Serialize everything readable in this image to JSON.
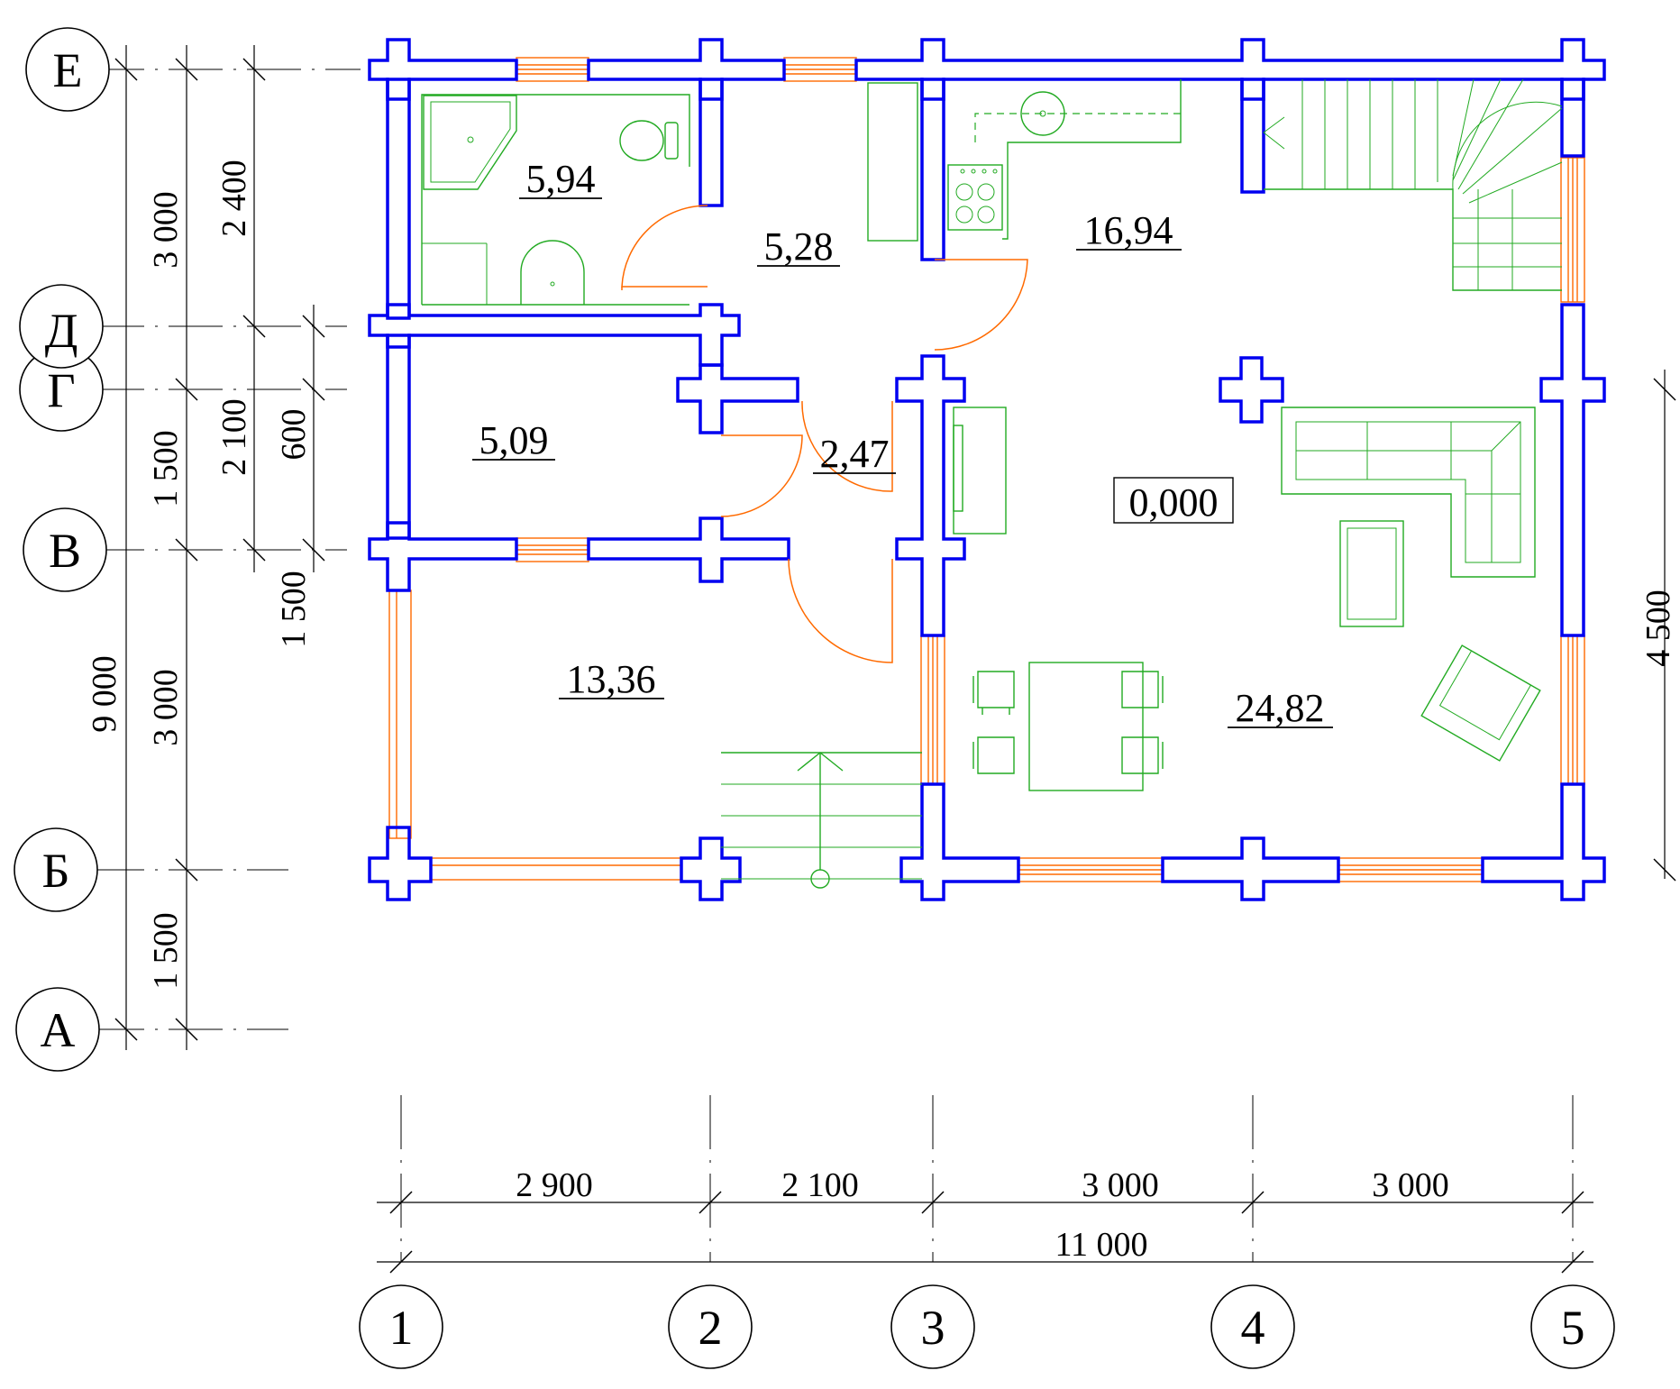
{
  "plan": {
    "colors": {
      "wall": "#0000f0",
      "door_window": "#ff6a00",
      "furniture": "#22aa22",
      "lines": "#000000"
    },
    "axes_rows": [
      {
        "label": "Е"
      },
      {
        "label": "Д"
      },
      {
        "label": "Г"
      },
      {
        "label": "В"
      },
      {
        "label": "Б"
      },
      {
        "label": "А"
      }
    ],
    "axes_cols": [
      {
        "label": "1"
      },
      {
        "label": "2"
      },
      {
        "label": "3"
      },
      {
        "label": "4"
      },
      {
        "label": "5"
      }
    ],
    "dims_left": {
      "total": "9 000",
      "chain_a": [
        "3 000",
        "1 500",
        "3 000",
        "1 500"
      ],
      "chain_b": [
        "2 400",
        "2 100"
      ],
      "chain_c": [
        "600",
        "1 500"
      ]
    },
    "dims_right": {
      "value": "4 500"
    },
    "dims_bottom": {
      "segments": [
        "2 900",
        "2 100",
        "3 000",
        "3 000"
      ],
      "total": "11 000"
    },
    "rooms": [
      {
        "area": "5,94"
      },
      {
        "area": "5,28"
      },
      {
        "area": "16,94"
      },
      {
        "area": "5,09"
      },
      {
        "area": "2,47"
      },
      {
        "area": "13,36"
      },
      {
        "area": "24,82"
      }
    ],
    "level_mark": "0,000",
    "icons": [
      "shower-icon",
      "toilet-icon",
      "sink-icon",
      "stove-icon",
      "kitchen-sink-icon",
      "sofa-icon",
      "armchair-icon",
      "dining-table-icon",
      "stair-icon",
      "fireplace-icon"
    ]
  }
}
